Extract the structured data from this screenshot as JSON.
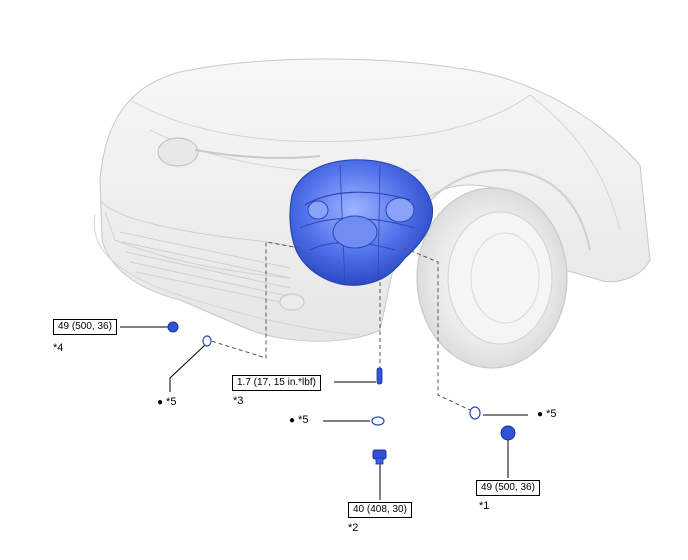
{
  "callouts": {
    "c1": "*1",
    "c2": "*2",
    "c3": "*3",
    "c4": "*4"
  },
  "notes": {
    "bullet": "●",
    "n5_left": "*5",
    "n5_mid": "*5",
    "n5_right": "*5"
  },
  "torque": {
    "t_left": "49 (500, 36)",
    "t_right": "49 (500, 36)",
    "t_bottom": "40 (408, 30)",
    "t_mid": "1.7 (17, 15 in.*lbf)"
  },
  "colors": {
    "part_blue": "#3a5fe0",
    "part_blue_light": "#7f9cf5",
    "body_line": "#c9c9c9",
    "body_fill": "#f2f2f2"
  }
}
